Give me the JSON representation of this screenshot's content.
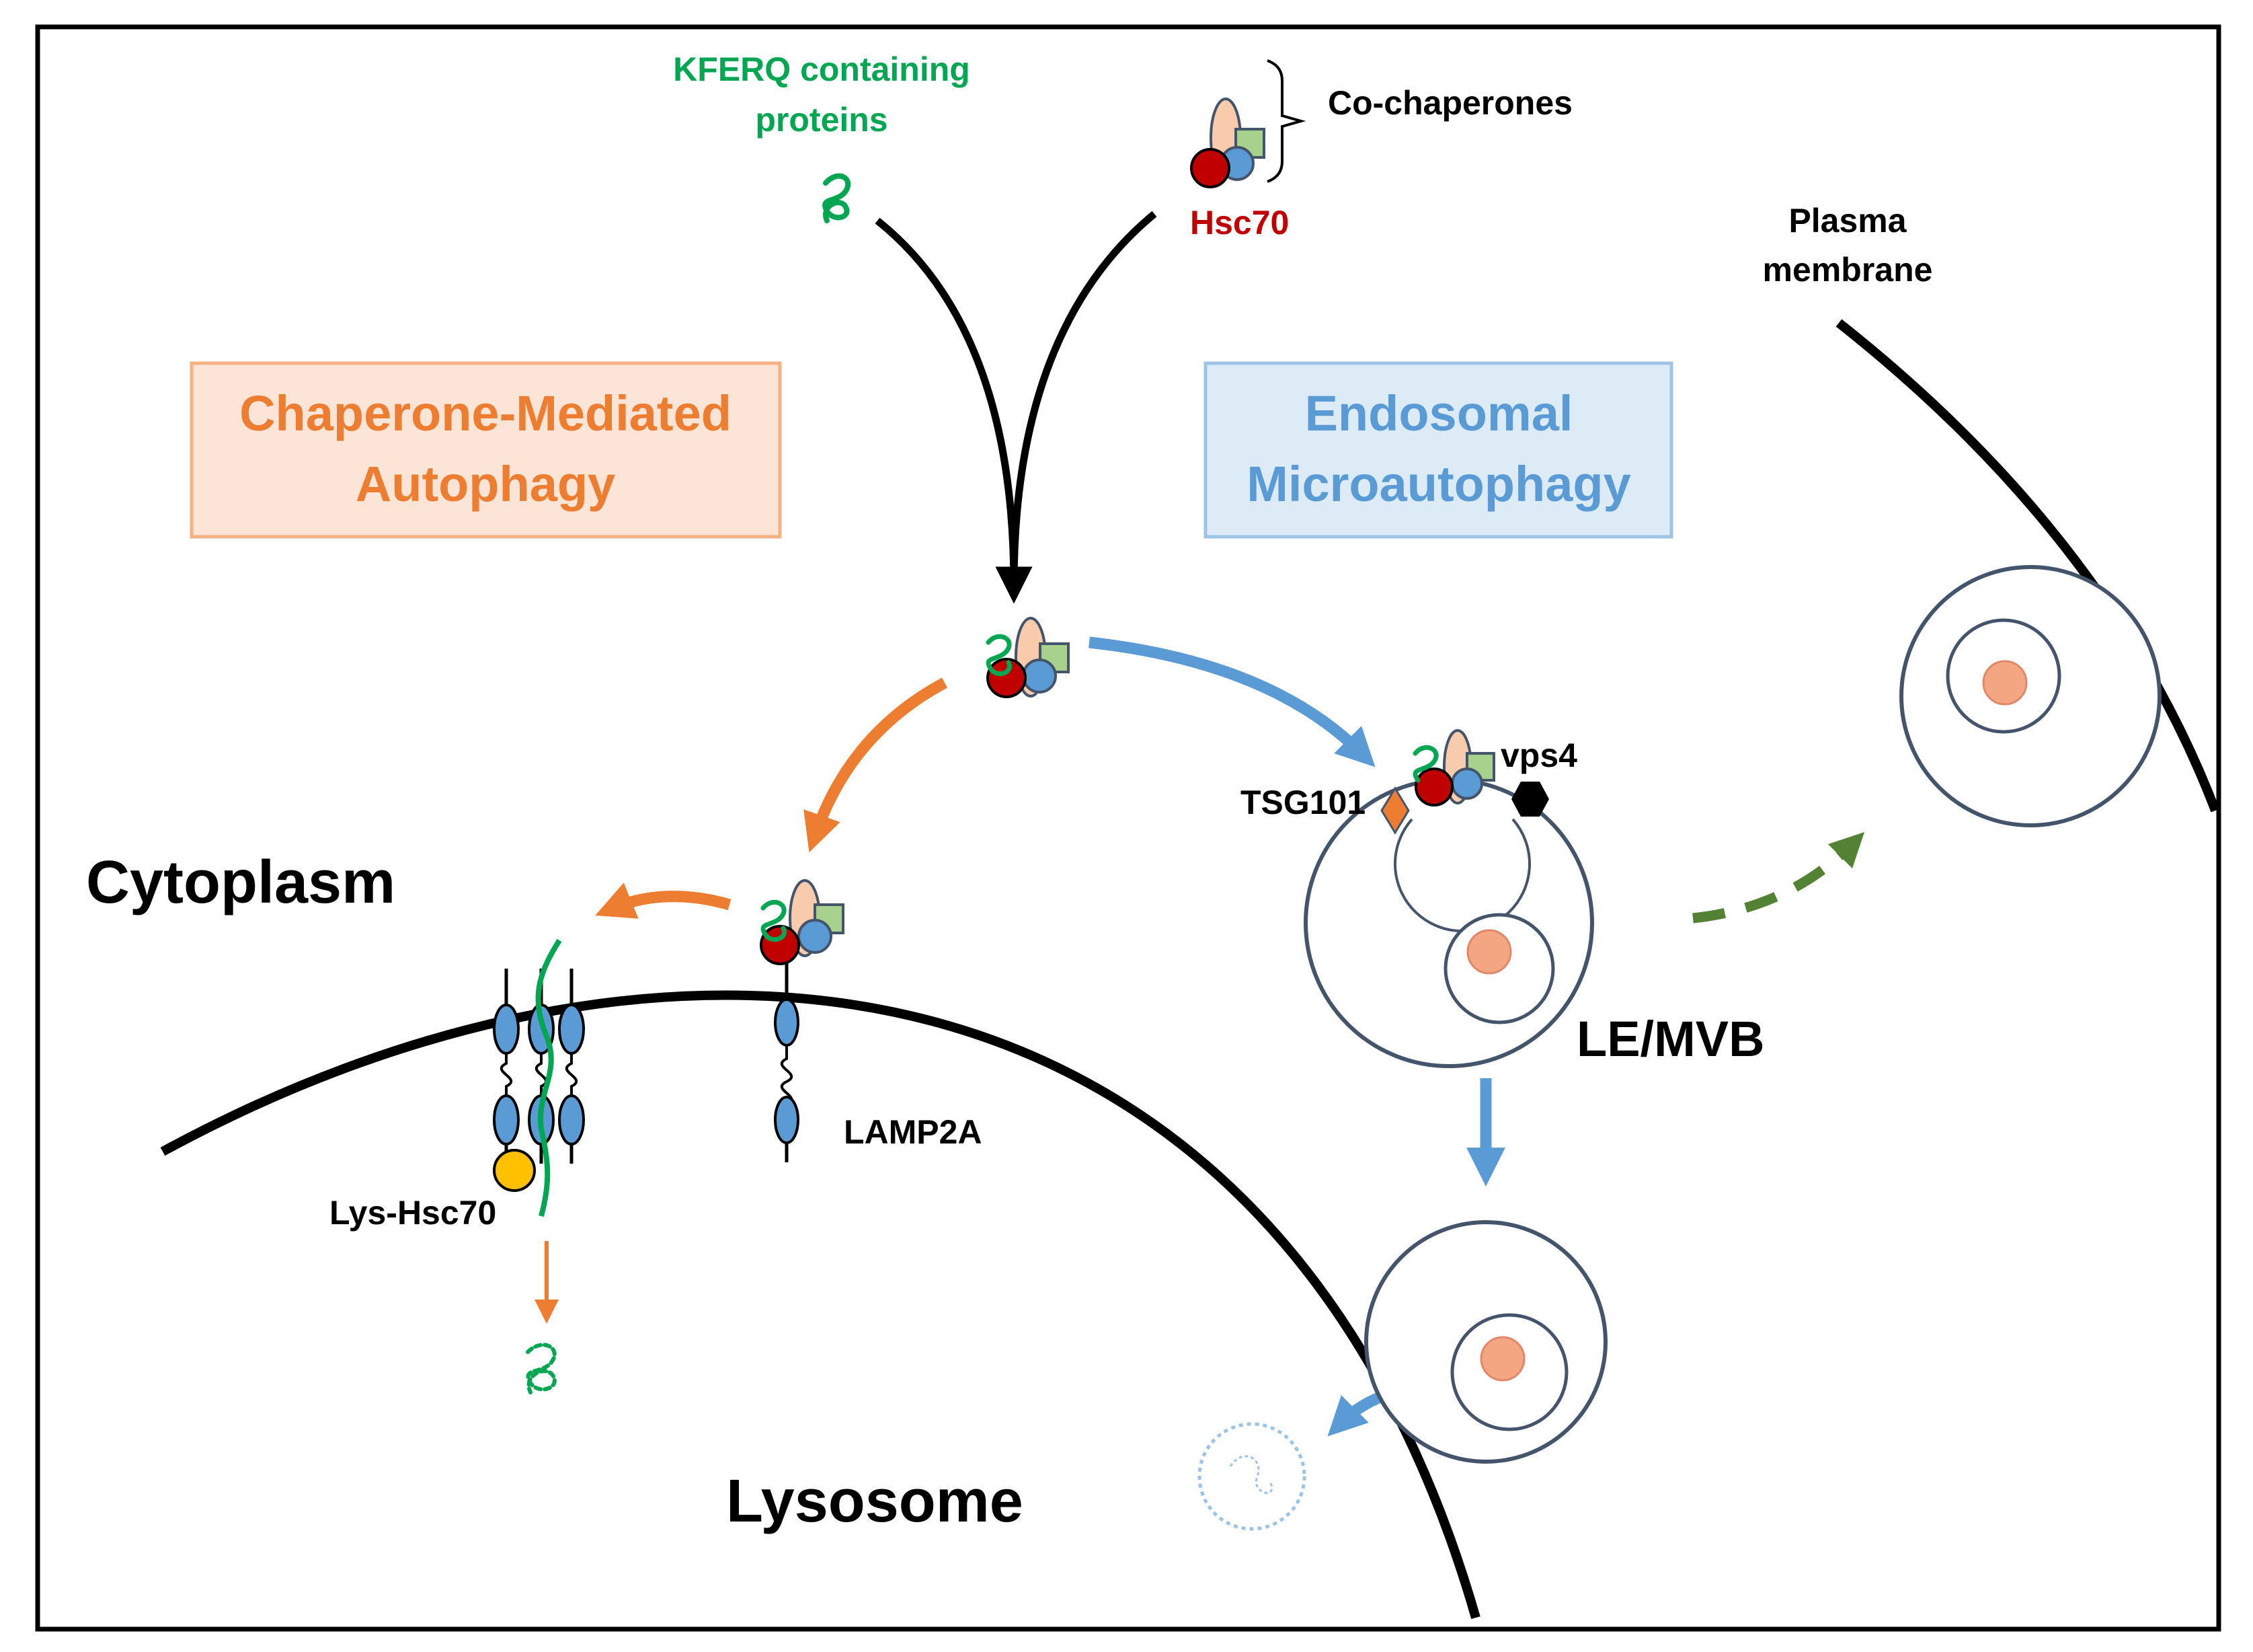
{
  "labels": {
    "kferq_line1": "KFERQ containing",
    "kferq_line2": "proteins",
    "co_chaperones": "Co-chaperones",
    "hsc70": "Hsc70",
    "plasma_line1": "Plasma",
    "plasma_line2": "membrane",
    "cma_line1": "Chaperone-Mediated",
    "cma_line2": "Autophagy",
    "em_line1": "Endosomal",
    "em_line2": "Microautophagy",
    "cytoplasm": "Cytoplasm",
    "lysosome": "Lysosome",
    "tsg101": "TSG101",
    "vps4": "vps4",
    "le_mvb": "LE/MVB",
    "lamp2a": "LAMP2A",
    "lys_hsc70": "Lys-Hsc70"
  },
  "colors": {
    "green": "#00a651",
    "hsc70_red": "#c00000",
    "orange": "#ed7d31",
    "blue": "#5b9bd5",
    "dark_green": "#548235",
    "cma_box_fill": "#fce4d6",
    "cma_box_stroke": "#f4b183",
    "em_box_fill": "#ddebf7",
    "em_box_stroke": "#9dc3e6",
    "lamp_blue": "#5b9bd5",
    "lys_hsc70_yellow": "#ffc000",
    "vesicle_stroke": "#44546a",
    "cargo_salmon": "#f4a582"
  }
}
